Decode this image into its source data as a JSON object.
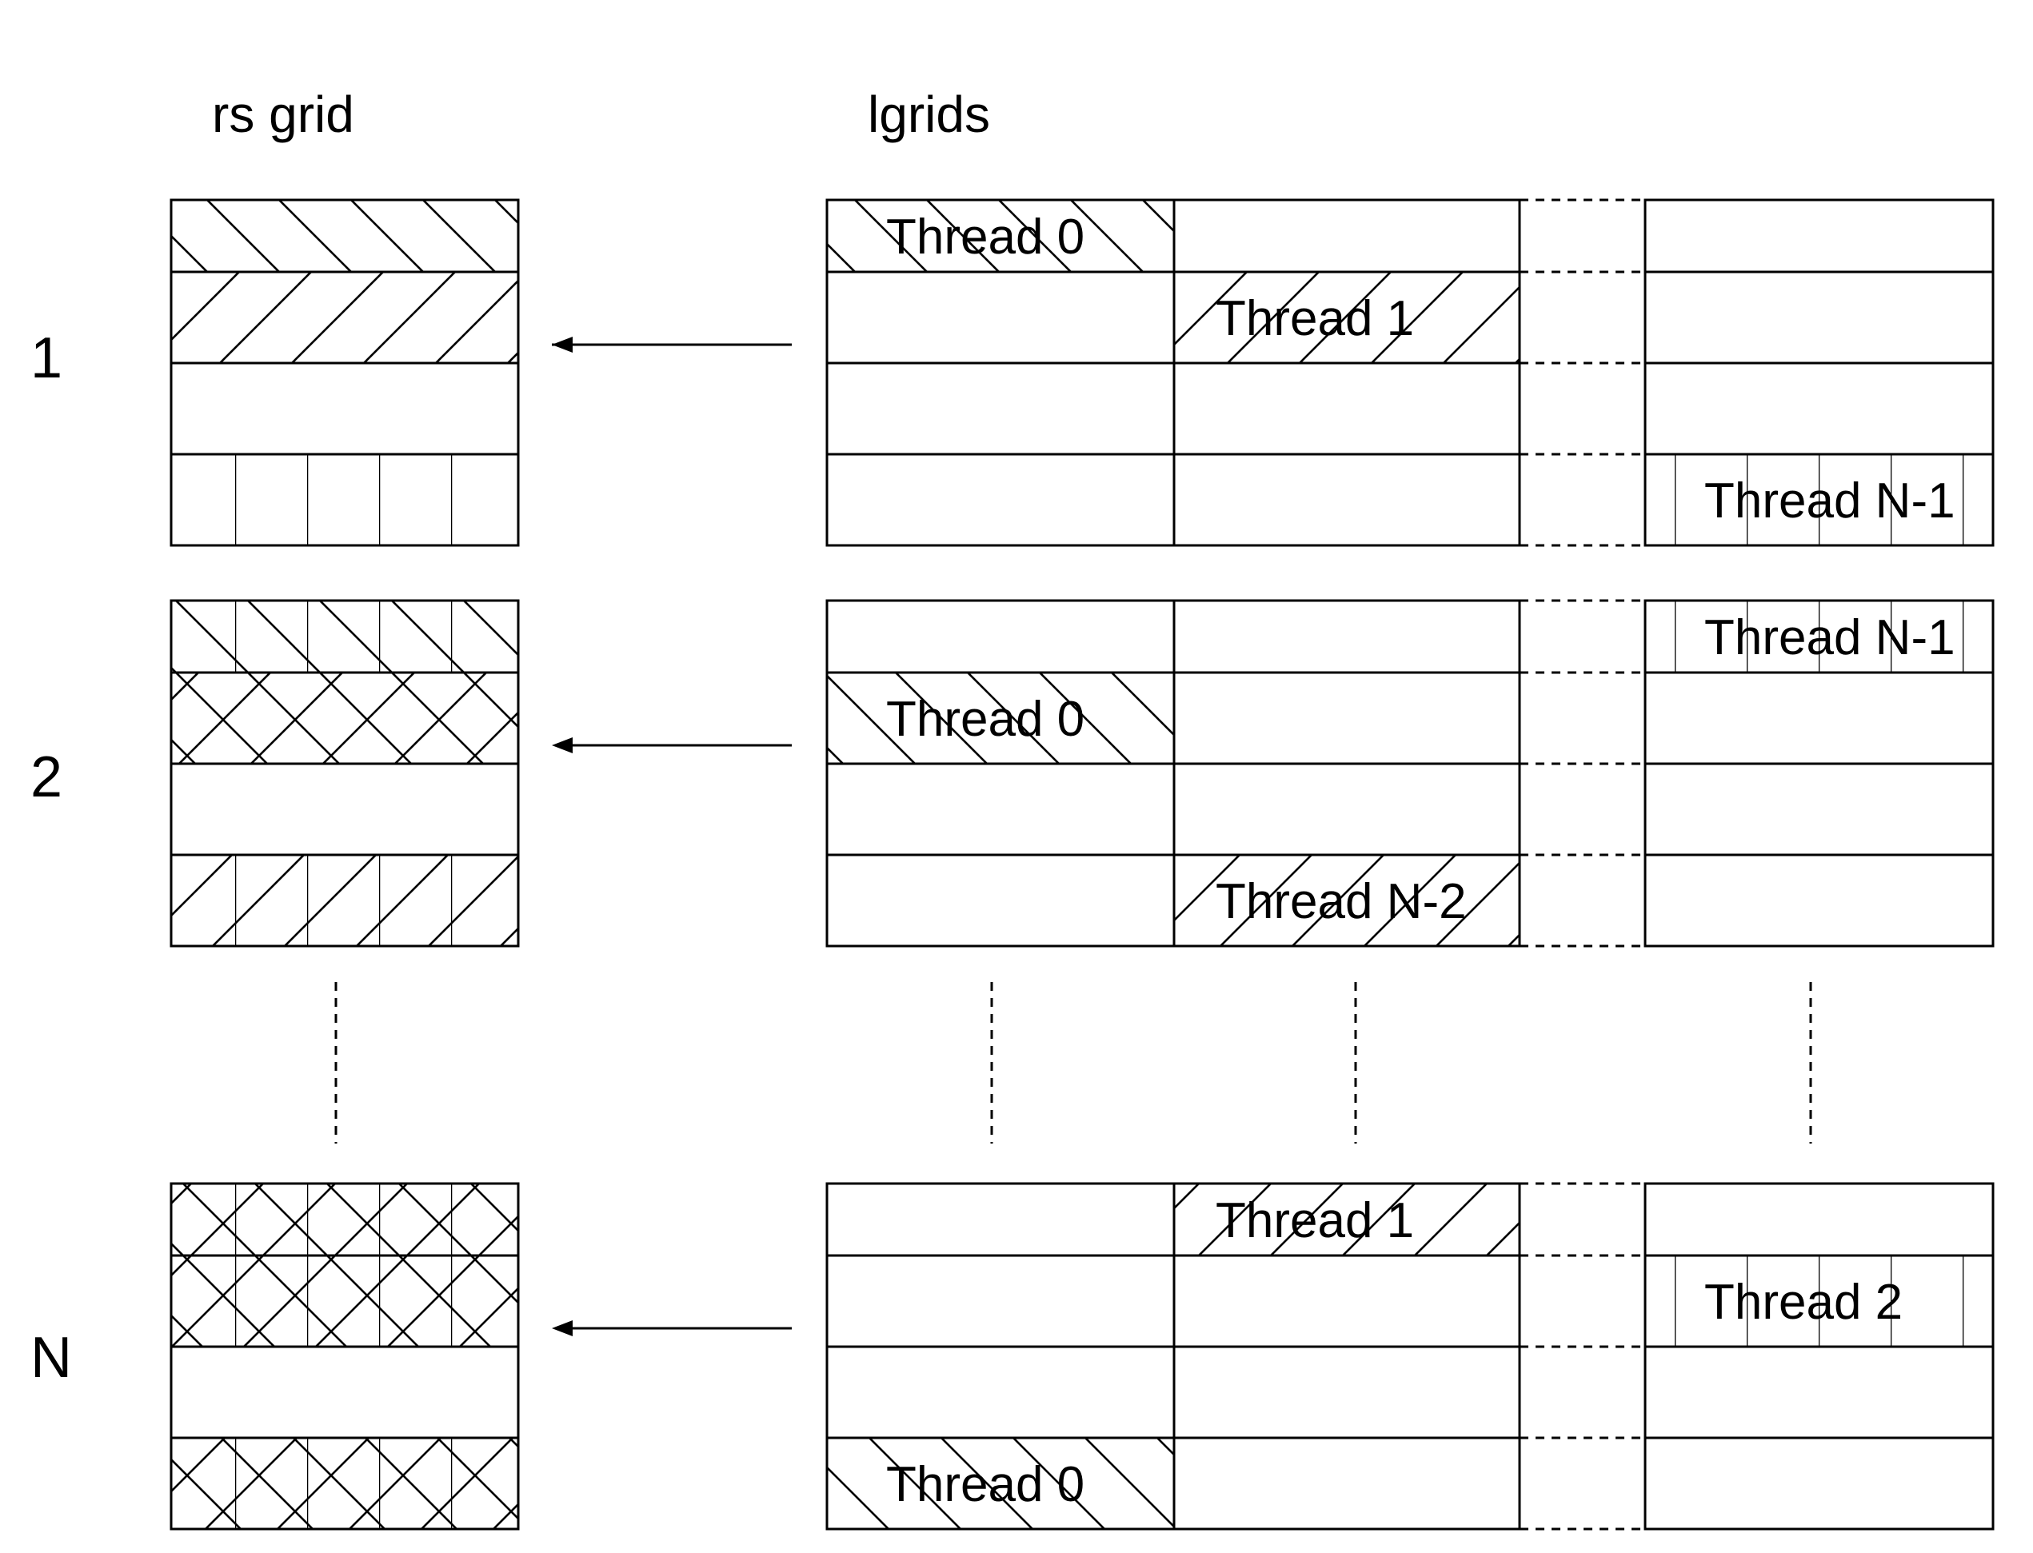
{
  "headers": {
    "rs_grid": "rs grid",
    "lgrids": "lgrids"
  },
  "rows": [
    {
      "label": "1",
      "rs_patterns": [
        "back",
        "fwd",
        "none",
        "vert"
      ],
      "threads": [
        {
          "label": "Thread 0",
          "row": 0,
          "col": 0,
          "pattern": "back"
        },
        {
          "label": "Thread 1",
          "row": 1,
          "col": 1,
          "pattern": "fwd"
        },
        {
          "label": "Thread N-1",
          "row": 3,
          "col": 2,
          "pattern": "vert"
        }
      ]
    },
    {
      "label": "2",
      "rs_patterns": [
        "vert+back",
        "cross",
        "none",
        "vert+fwd"
      ],
      "threads": [
        {
          "label": "Thread N-1",
          "row": 0,
          "col": 2,
          "pattern": "vert"
        },
        {
          "label": "Thread 0",
          "row": 1,
          "col": 0,
          "pattern": "back"
        },
        {
          "label": "Thread N-2",
          "row": 3,
          "col": 1,
          "pattern": "fwd"
        }
      ]
    },
    {
      "label": "N",
      "rs_patterns": [
        "vert+cross",
        "vert+cross",
        "none",
        "vert+cross"
      ],
      "threads": [
        {
          "label": "Thread 1",
          "row": 0,
          "col": 1,
          "pattern": "fwd"
        },
        {
          "label": "Thread 2",
          "row": 1,
          "col": 2,
          "pattern": "vert"
        },
        {
          "label": "Thread 0",
          "row": 3,
          "col": 0,
          "pattern": "back"
        }
      ]
    }
  ]
}
